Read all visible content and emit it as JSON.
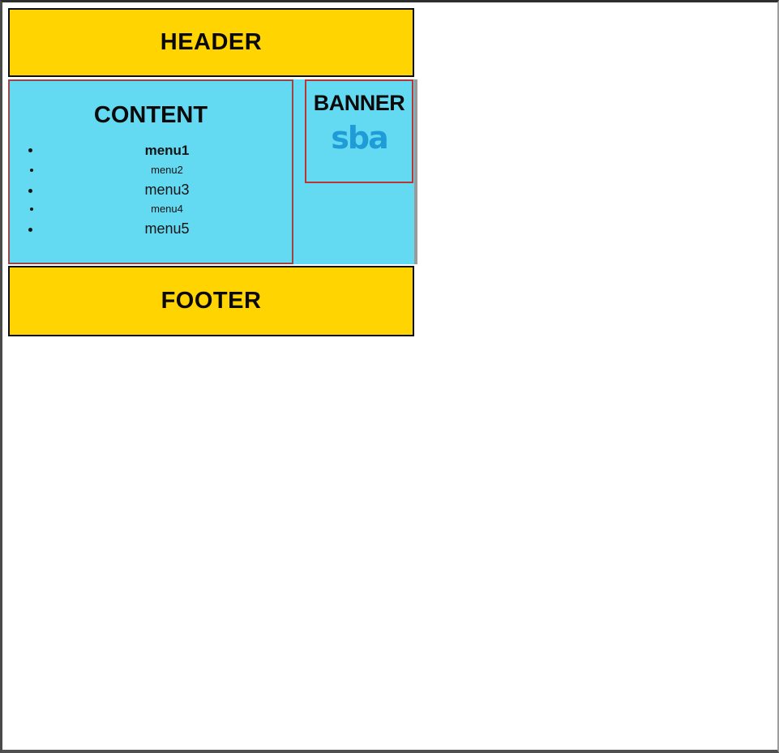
{
  "header": {
    "label": "HEADER"
  },
  "content": {
    "title": "CONTENT",
    "menu_items": [
      {
        "label": "menu1",
        "state": "active",
        "size": "large"
      },
      {
        "label": "menu2",
        "state": "normal",
        "size": "small"
      },
      {
        "label": "menu3",
        "state": "normal",
        "size": "large"
      },
      {
        "label": "menu4",
        "state": "normal",
        "size": "small"
      },
      {
        "label": "menu5",
        "state": "normal",
        "size": "large"
      }
    ]
  },
  "banner": {
    "title": "BANNER",
    "logo_text": "sba"
  },
  "footer": {
    "label": "FOOTER"
  },
  "colors": {
    "band_background": "#ffd400",
    "band_border": "#0d0d0d",
    "panel_background": "#64d9f2",
    "content_border": "#9c4545",
    "banner_border": "#b83636",
    "active_menu_item": "#1e1ec8",
    "logo_blue": "#1f9bd7",
    "page_shadow": "#9a9a9a"
  }
}
